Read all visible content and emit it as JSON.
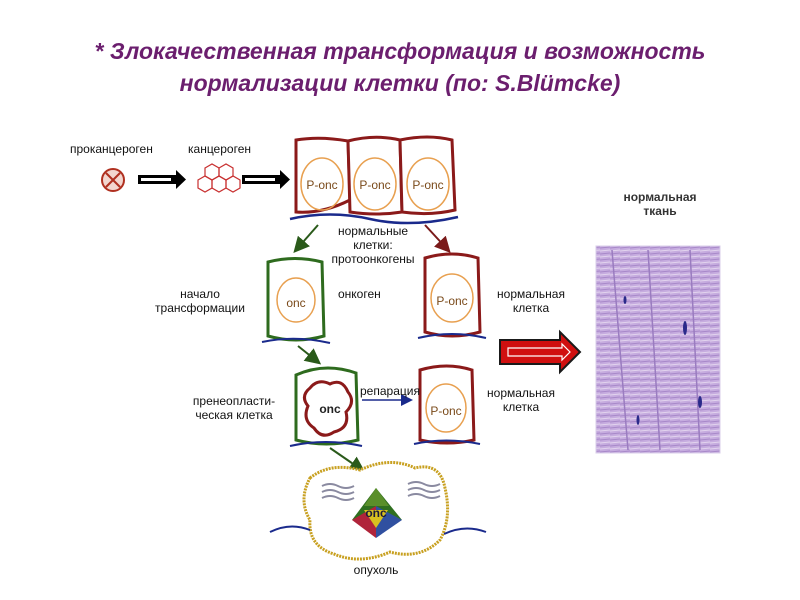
{
  "title": {
    "line1": "* Злокачественная трансформация и возможность",
    "line2": "нормализации клетки (по: S.Blümcke)"
  },
  "labels": {
    "procarcinogen": "проканцероген",
    "carcinogen": "канцероген",
    "normal_cells": "нормальные клетки: протоонкогены",
    "transform_start": "начало трансформации",
    "oncogene": "онкоген",
    "normal_cell_1": "нормальная клетка",
    "preneoplastic": "пренеопласти-ческая клетка",
    "repair": "репарация",
    "normal_cell_2": "нормальная клетка",
    "tumor": "опухоль",
    "normal_tissue": "нормальная ткань"
  },
  "cell_labels": {
    "p_onc": "P-onc",
    "onc": "onc",
    "onc_bold": "onc"
  },
  "colors": {
    "title": "#6b1e6e",
    "cell_wall": "#8b1a1a",
    "nucleus": "#e8a050",
    "transforming_wall": "#2e6b1e",
    "membrane": "#1a2a8c",
    "big_arrow": "#d01010",
    "tissue": "#b89ad8"
  }
}
